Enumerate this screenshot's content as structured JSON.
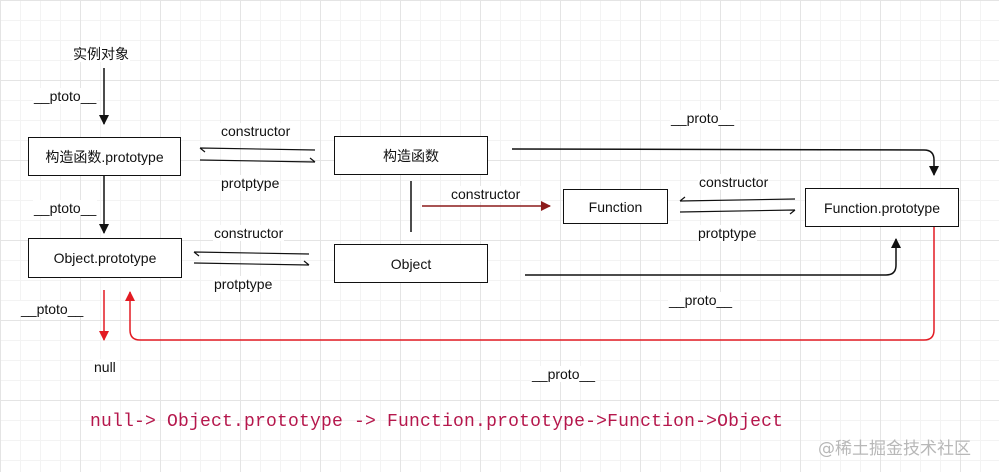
{
  "colors": {
    "line": "#111111",
    "red": "#e31b23",
    "darkred": "#8b1a1a",
    "formula": "#b5174c"
  },
  "labels": {
    "instance": "实例对象",
    "ptoto_1": "__ptoto__",
    "ptoto_2": "__ptoto__",
    "ptoto_3": "__ptoto__",
    "constructor_top": "constructor",
    "protptype_top": "protptype",
    "constructor_mid": "constructor",
    "protptype_mid": "protptype",
    "constructor_dark": "constructor",
    "constructor_right": "constructor",
    "protptype_right": "protptype",
    "proto_top": "__proto__",
    "proto_mid": "__proto__",
    "proto_bottom": "__proto__",
    "null": "null"
  },
  "boxes": {
    "ctor_prototype": "构造函数.prototype",
    "ctor": "构造函数",
    "object_prototype": "Object.prototype",
    "object": "Object",
    "function": "Function",
    "function_prototype": "Function.prototype"
  },
  "formula": "null-> Object.prototype -> Function.prototype->Function->Object",
  "watermark": "@稀土掘金技术社区"
}
